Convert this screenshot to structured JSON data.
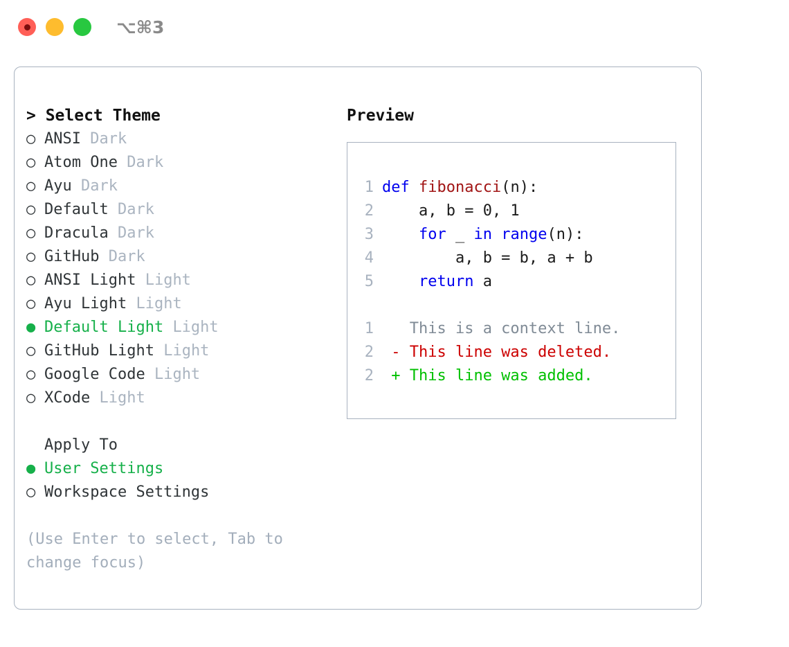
{
  "window": {
    "shortcut": "⌥⌘3",
    "traffic_lights": [
      "close-red",
      "minimize-yellow",
      "maximize-green"
    ]
  },
  "theme_list": {
    "header": "> Select Theme",
    "items": [
      {
        "marker": "○",
        "label": "ANSI",
        "badge": "Dark",
        "selected": false
      },
      {
        "marker": "○",
        "label": "Atom One",
        "badge": "Dark",
        "selected": false
      },
      {
        "marker": "○",
        "label": "Ayu",
        "badge": "Dark",
        "selected": false
      },
      {
        "marker": "○",
        "label": "Default",
        "badge": "Dark",
        "selected": false
      },
      {
        "marker": "○",
        "label": "Dracula",
        "badge": "Dark",
        "selected": false
      },
      {
        "marker": "○",
        "label": "GitHub",
        "badge": "Dark",
        "selected": false
      },
      {
        "marker": "○",
        "label": "ANSI Light",
        "badge": "Light",
        "selected": false
      },
      {
        "marker": "○",
        "label": "Ayu Light",
        "badge": "Light",
        "selected": false
      },
      {
        "marker": "●",
        "label": "Default Light",
        "badge": "Light",
        "selected": true
      },
      {
        "marker": "○",
        "label": "GitHub Light",
        "badge": "Light",
        "selected": false
      },
      {
        "marker": "○",
        "label": "Google Code",
        "badge": "Light",
        "selected": false
      },
      {
        "marker": "○",
        "label": "XCode",
        "badge": "Light",
        "selected": false
      }
    ]
  },
  "apply_to": {
    "label": "Apply To",
    "items": [
      {
        "marker": "●",
        "label": "User Settings",
        "selected": true
      },
      {
        "marker": "○",
        "label": "Workspace Settings",
        "selected": false
      }
    ]
  },
  "hint": "(Use Enter to select, Tab to change focus)",
  "preview": {
    "title": "Preview",
    "code_lines": [
      {
        "num": "1",
        "tokens": [
          {
            "t": "def ",
            "c": "kw"
          },
          {
            "t": "fibonacci",
            "c": "fn"
          },
          {
            "t": "(n):",
            "c": "plain"
          }
        ]
      },
      {
        "num": "2",
        "tokens": [
          {
            "t": "    a, b = 0, 1",
            "c": "plain"
          }
        ]
      },
      {
        "num": "3",
        "tokens": [
          {
            "t": "    ",
            "c": "plain"
          },
          {
            "t": "for",
            "c": "kw"
          },
          {
            "t": " _ ",
            "c": "plain"
          },
          {
            "t": "in",
            "c": "kw"
          },
          {
            "t": " ",
            "c": "plain"
          },
          {
            "t": "range",
            "c": "kw"
          },
          {
            "t": "(n):",
            "c": "plain"
          }
        ]
      },
      {
        "num": "4",
        "tokens": [
          {
            "t": "        a, b = b, a + b",
            "c": "plain"
          }
        ]
      },
      {
        "num": "5",
        "tokens": [
          {
            "t": "    ",
            "c": "plain"
          },
          {
            "t": "return",
            "c": "kw"
          },
          {
            "t": " a",
            "c": "plain"
          }
        ]
      }
    ],
    "diff_lines": [
      {
        "num": "1",
        "tokens": [
          {
            "t": "   This is a context line.",
            "c": "ctx"
          }
        ]
      },
      {
        "num": "2",
        "tokens": [
          {
            "t": " - This line was deleted.",
            "c": "del"
          }
        ]
      },
      {
        "num": "2",
        "tokens": [
          {
            "t": " + This line was added.",
            "c": "add"
          }
        ]
      }
    ]
  },
  "colors": {
    "accent_green": "#16b04a",
    "border": "#a8b2bf",
    "badge_gray": "#aab4c0",
    "hint_gray": "#a3aebb",
    "keyword_blue": "#0000ee",
    "function_red": "#a11515",
    "diff_delete": "#cc0000",
    "diff_add": "#00c000",
    "line_number": "#a8b2bf"
  }
}
